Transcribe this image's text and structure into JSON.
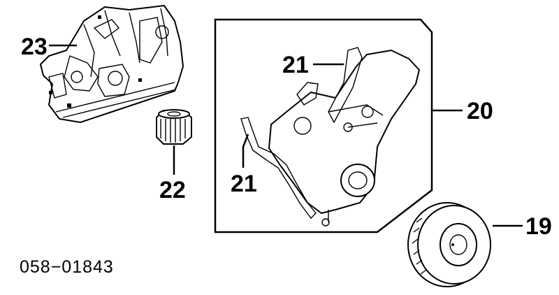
{
  "diagram": {
    "callouts": {
      "c23": "23",
      "c22": "22",
      "c21a": "21",
      "c21b": "21",
      "c20": "20",
      "c19": "19"
    },
    "reference_code": "058−01843"
  }
}
